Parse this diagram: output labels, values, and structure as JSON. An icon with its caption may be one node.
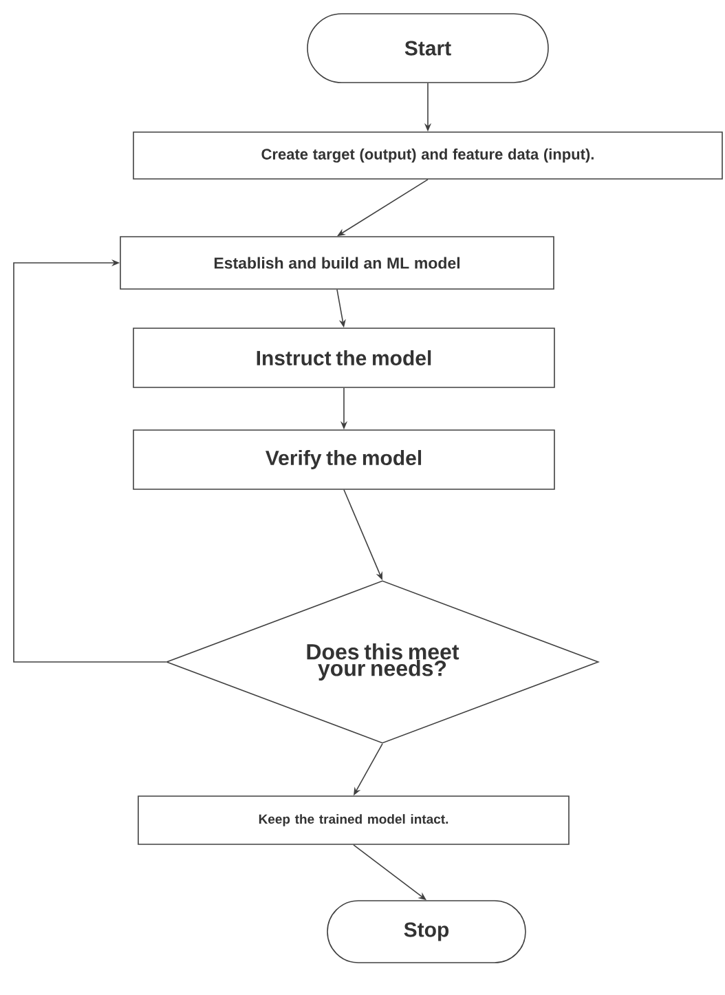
{
  "diagram": {
    "nodes": [
      {
        "text": [
          "Start"
        ]
      },
      {
        "text": [
          "Create target (output) and feature data (input)."
        ]
      },
      {
        "text": [
          "Establish and build an ML model"
        ]
      },
      {
        "text": [
          "Instruct the model"
        ]
      },
      {
        "text": [
          "Verify the model"
        ]
      },
      {
        "text": [
          "Does this meet your needs?"
        ]
      },
      {
        "text": [
          "Keep the trained model intact."
        ]
      },
      {
        "text": [
          "Stop"
        ]
      }
    ],
    "edges": [
      {
        "from": 0,
        "to": 1,
        "arrow": "to"
      },
      {
        "from": 1,
        "to": 2,
        "arrow": "to"
      },
      {
        "from": 2,
        "to": 3,
        "arrow": "to"
      },
      {
        "from": 3,
        "to": 4,
        "arrow": "to"
      },
      {
        "from": 4,
        "to": 5,
        "arrow": "to"
      },
      {
        "from": 5,
        "to": 6,
        "arrow": "to"
      },
      {
        "from": 6,
        "to": 7,
        "arrow": "to"
      },
      {
        "from": 5,
        "to": 2,
        "arrow": "to"
      }
    ]
  }
}
